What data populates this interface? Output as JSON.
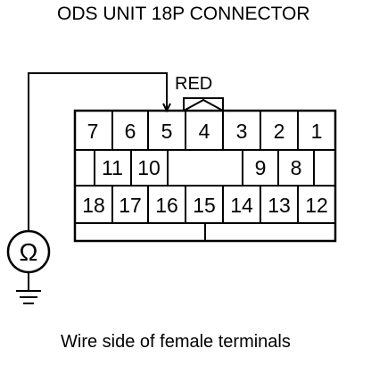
{
  "diagram": {
    "title": "ODS UNIT 18P CONNECTOR",
    "wire_color_label": "RED",
    "caption": "Wire side of female terminals",
    "meter_symbol": "Ω",
    "meter_icon": "ohmmeter-icon",
    "ground_icon": "ground-icon",
    "probe_terminal": "5",
    "terminals": {
      "row1": [
        "7",
        "6",
        "5",
        "4",
        "3",
        "2",
        "1"
      ],
      "row2_left": [
        "11",
        "10"
      ],
      "row2_right": [
        "9",
        "8"
      ],
      "row3": [
        "18",
        "17",
        "16",
        "15",
        "14",
        "13",
        "12"
      ]
    },
    "colors": {
      "line": "#000000",
      "background": "#ffffff"
    }
  }
}
